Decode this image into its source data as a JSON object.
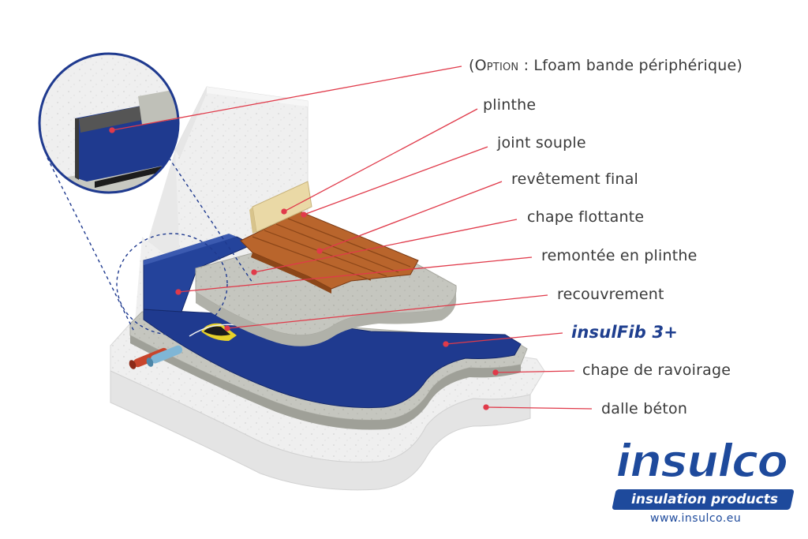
{
  "colors": {
    "leader_line": "#e03a4a",
    "leader_dot": "#e03a4a",
    "membrane_blue": "#1f3a8f",
    "screed_grey": "#bdbdb5",
    "wood": "#b5622a",
    "concrete": "#ededed",
    "logo_blue": "#1e4a9c"
  },
  "labels": {
    "option_prefix": "(Option",
    "option_rest": " : Lfoam bande périphérique)",
    "plinthe": "plinthe",
    "joint_souple": "joint souple",
    "revetement_final": "revêtement final",
    "chape_flottante": "chape flottante",
    "remontee_en_plinthe": "remontée en plinthe",
    "recouvrement": "recouvrement",
    "insulfib": "insulFib 3+",
    "chape_de_ravoirage": "chape de ravoirage",
    "dalle_beton": "dalle béton"
  },
  "logo": {
    "wordmark": "insulco",
    "tagline": "insulation products",
    "url": "www.insulco.eu"
  }
}
